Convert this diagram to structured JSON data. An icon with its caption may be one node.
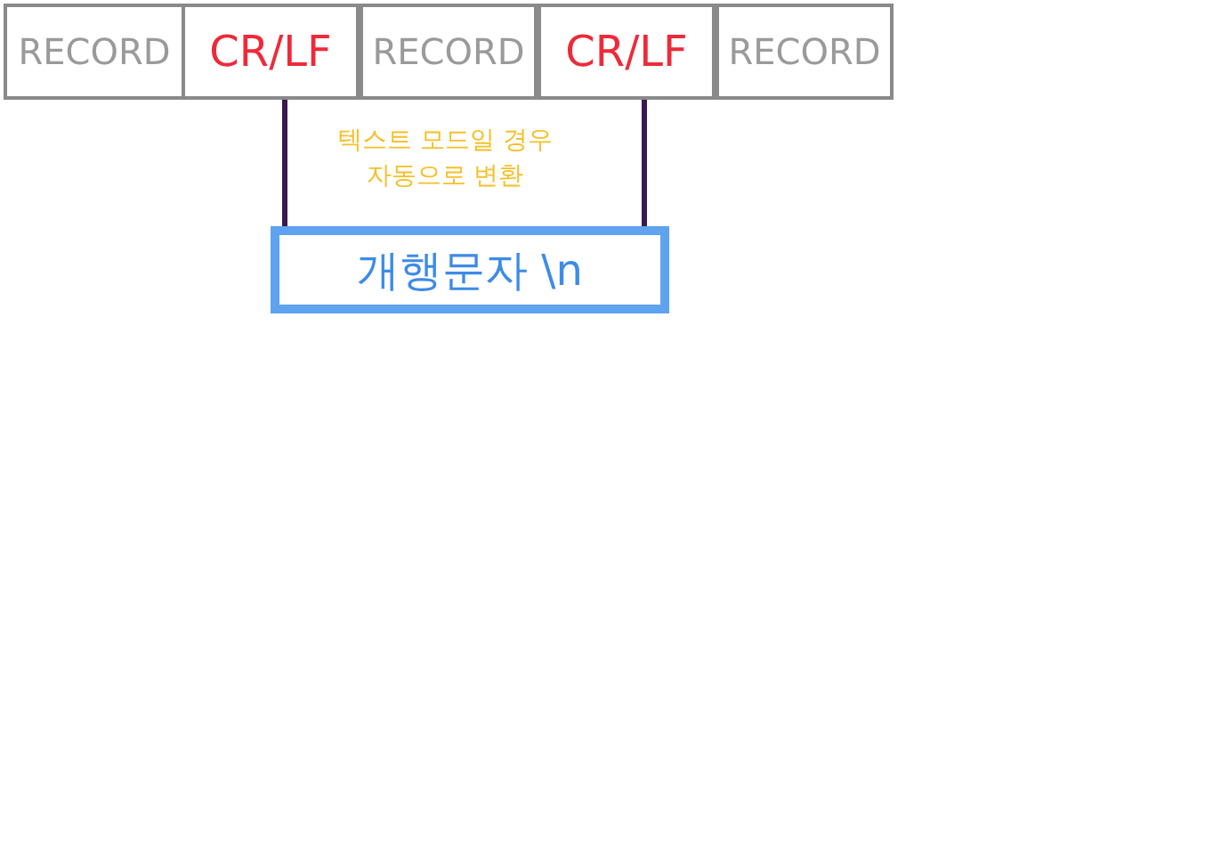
{
  "diagram": {
    "nodes": [
      {
        "text": [
          "RECORD"
        ]
      },
      {
        "text": [
          "CR/LF"
        ]
      },
      {
        "text": [
          "RECORD"
        ]
      },
      {
        "text": [
          "CR/LF"
        ]
      },
      {
        "text": [
          "RECORD"
        ]
      },
      {
        "text": [
          "개행문자 \\n"
        ]
      }
    ],
    "edges": [
      {
        "from": 1,
        "to": 5,
        "arrow": "none"
      },
      {
        "from": 3,
        "to": 5,
        "arrow": "none"
      }
    ],
    "labels": [
      "텍스트 모드일 경우 자동으로 변환"
    ]
  }
}
